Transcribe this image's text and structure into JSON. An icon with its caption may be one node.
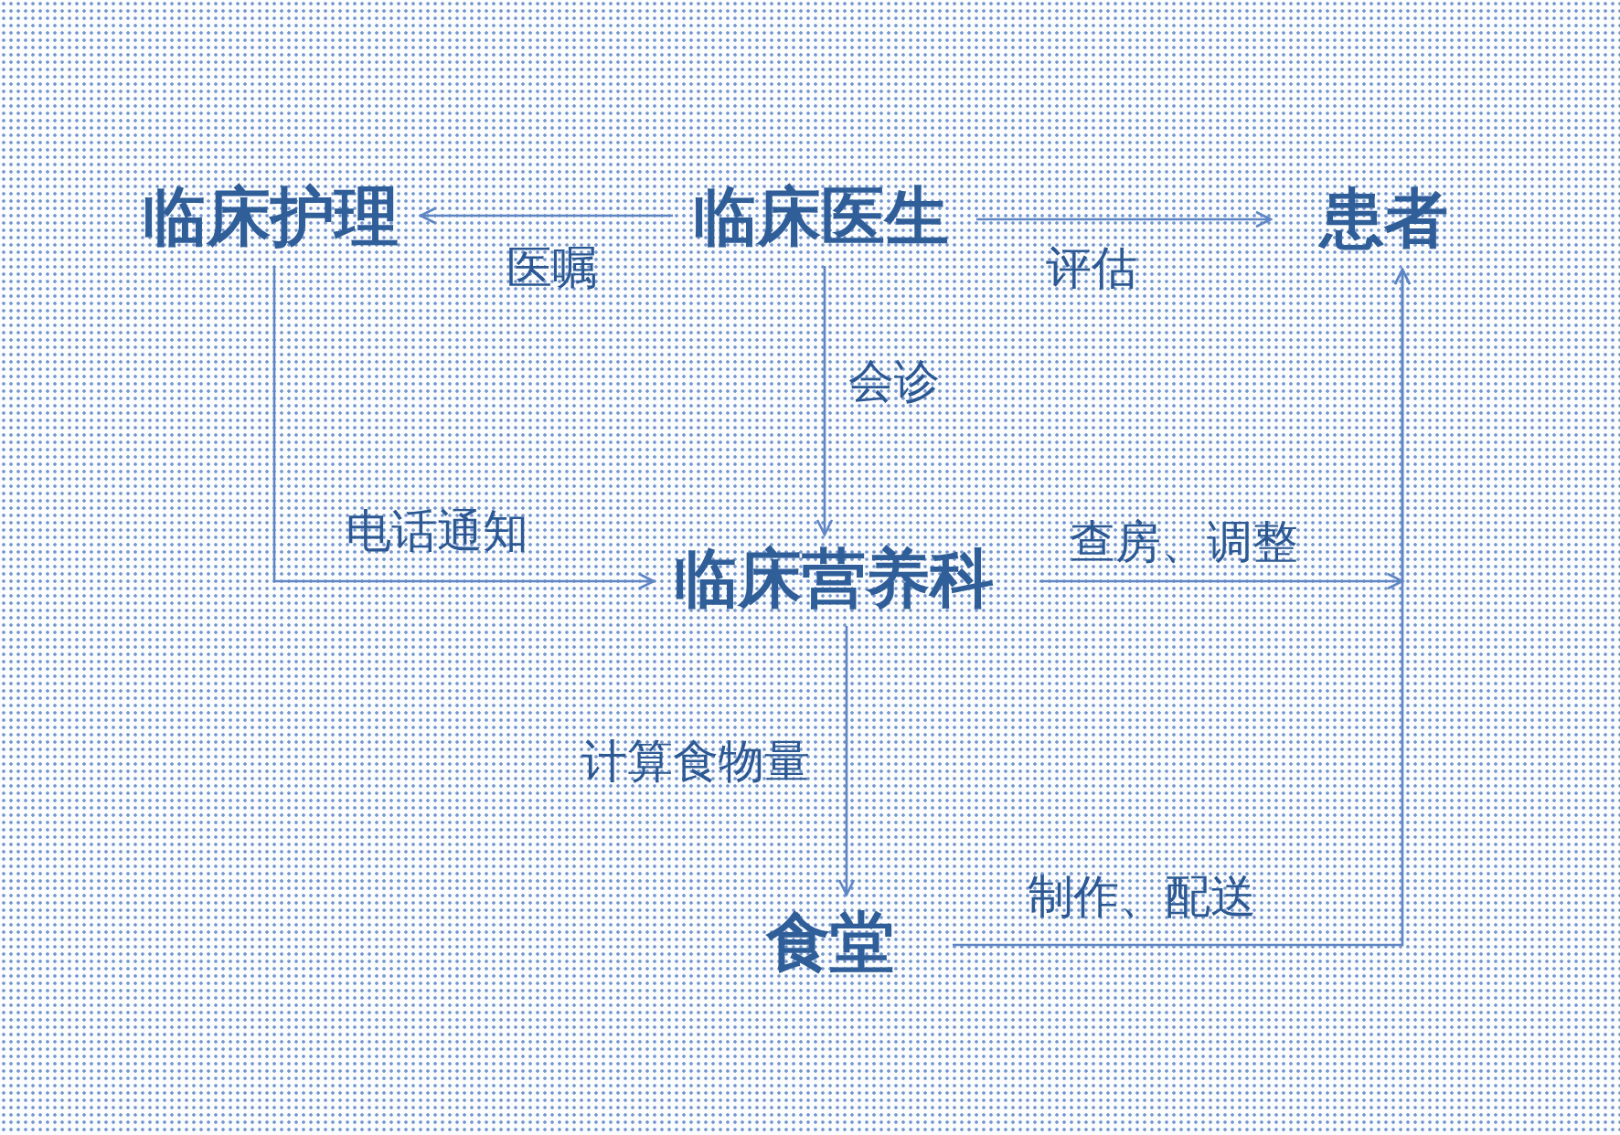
{
  "diagram": {
    "nodes": [
      {
        "text": [
          "临床护理"
        ]
      },
      {
        "text": [
          "临床医生"
        ]
      },
      {
        "text": [
          "患者"
        ]
      },
      {
        "text": [
          "临床营养科"
        ]
      },
      {
        "text": [
          "食堂"
        ]
      }
    ],
    "edges": [
      {
        "from": 1,
        "to": 0,
        "arrow": "to",
        "label": "医嘱"
      },
      {
        "from": 1,
        "to": 2,
        "arrow": "to",
        "label": "评估"
      },
      {
        "from": 1,
        "to": 3,
        "arrow": "to",
        "label": "会诊"
      },
      {
        "from": 0,
        "to": 3,
        "arrow": "to",
        "label": "电话通知"
      },
      {
        "from": 3,
        "to": 2,
        "arrow": "to",
        "label": "查房、调整"
      },
      {
        "from": 3,
        "to": 4,
        "arrow": "to",
        "label": "计算食物量"
      },
      {
        "from": 4,
        "to": 2,
        "arrow": "to",
        "label": "制作、配送"
      }
    ]
  }
}
